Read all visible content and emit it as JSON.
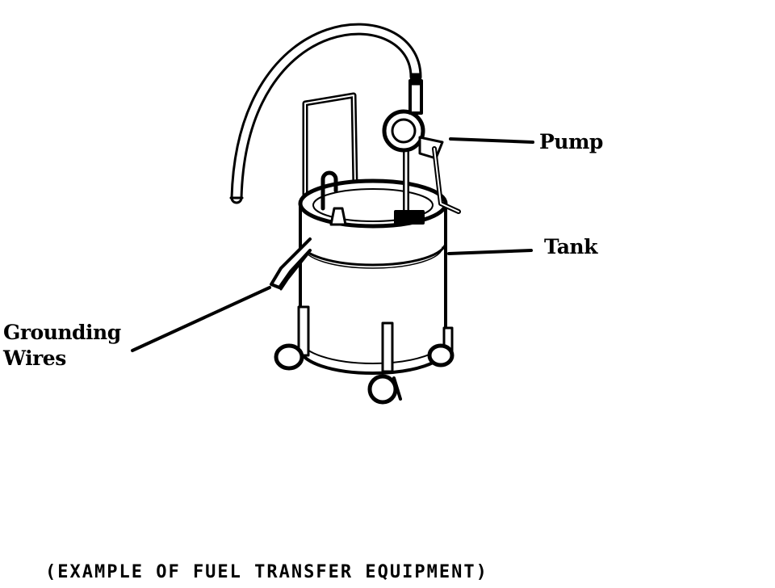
{
  "labels": {
    "pump": "Pump",
    "tank": "Tank",
    "grounding_line1": "Grounding",
    "grounding_line2": "Wires"
  },
  "caption": "(EXAMPLE OF FUEL TRANSFER EQUIPMENT)"
}
